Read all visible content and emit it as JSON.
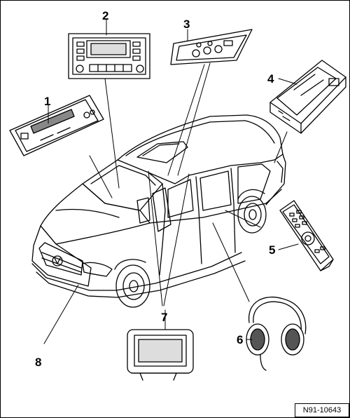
{
  "diagram": {
    "reference_number": "N91-10643",
    "callouts": [
      {
        "id": "1",
        "label": "1"
      },
      {
        "id": "2",
        "label": "2"
      },
      {
        "id": "3",
        "label": "3"
      },
      {
        "id": "4",
        "label": "4"
      },
      {
        "id": "5",
        "label": "5"
      },
      {
        "id": "6",
        "label": "6"
      },
      {
        "id": "7",
        "label": "7"
      },
      {
        "id": "8",
        "label": "8"
      }
    ]
  }
}
